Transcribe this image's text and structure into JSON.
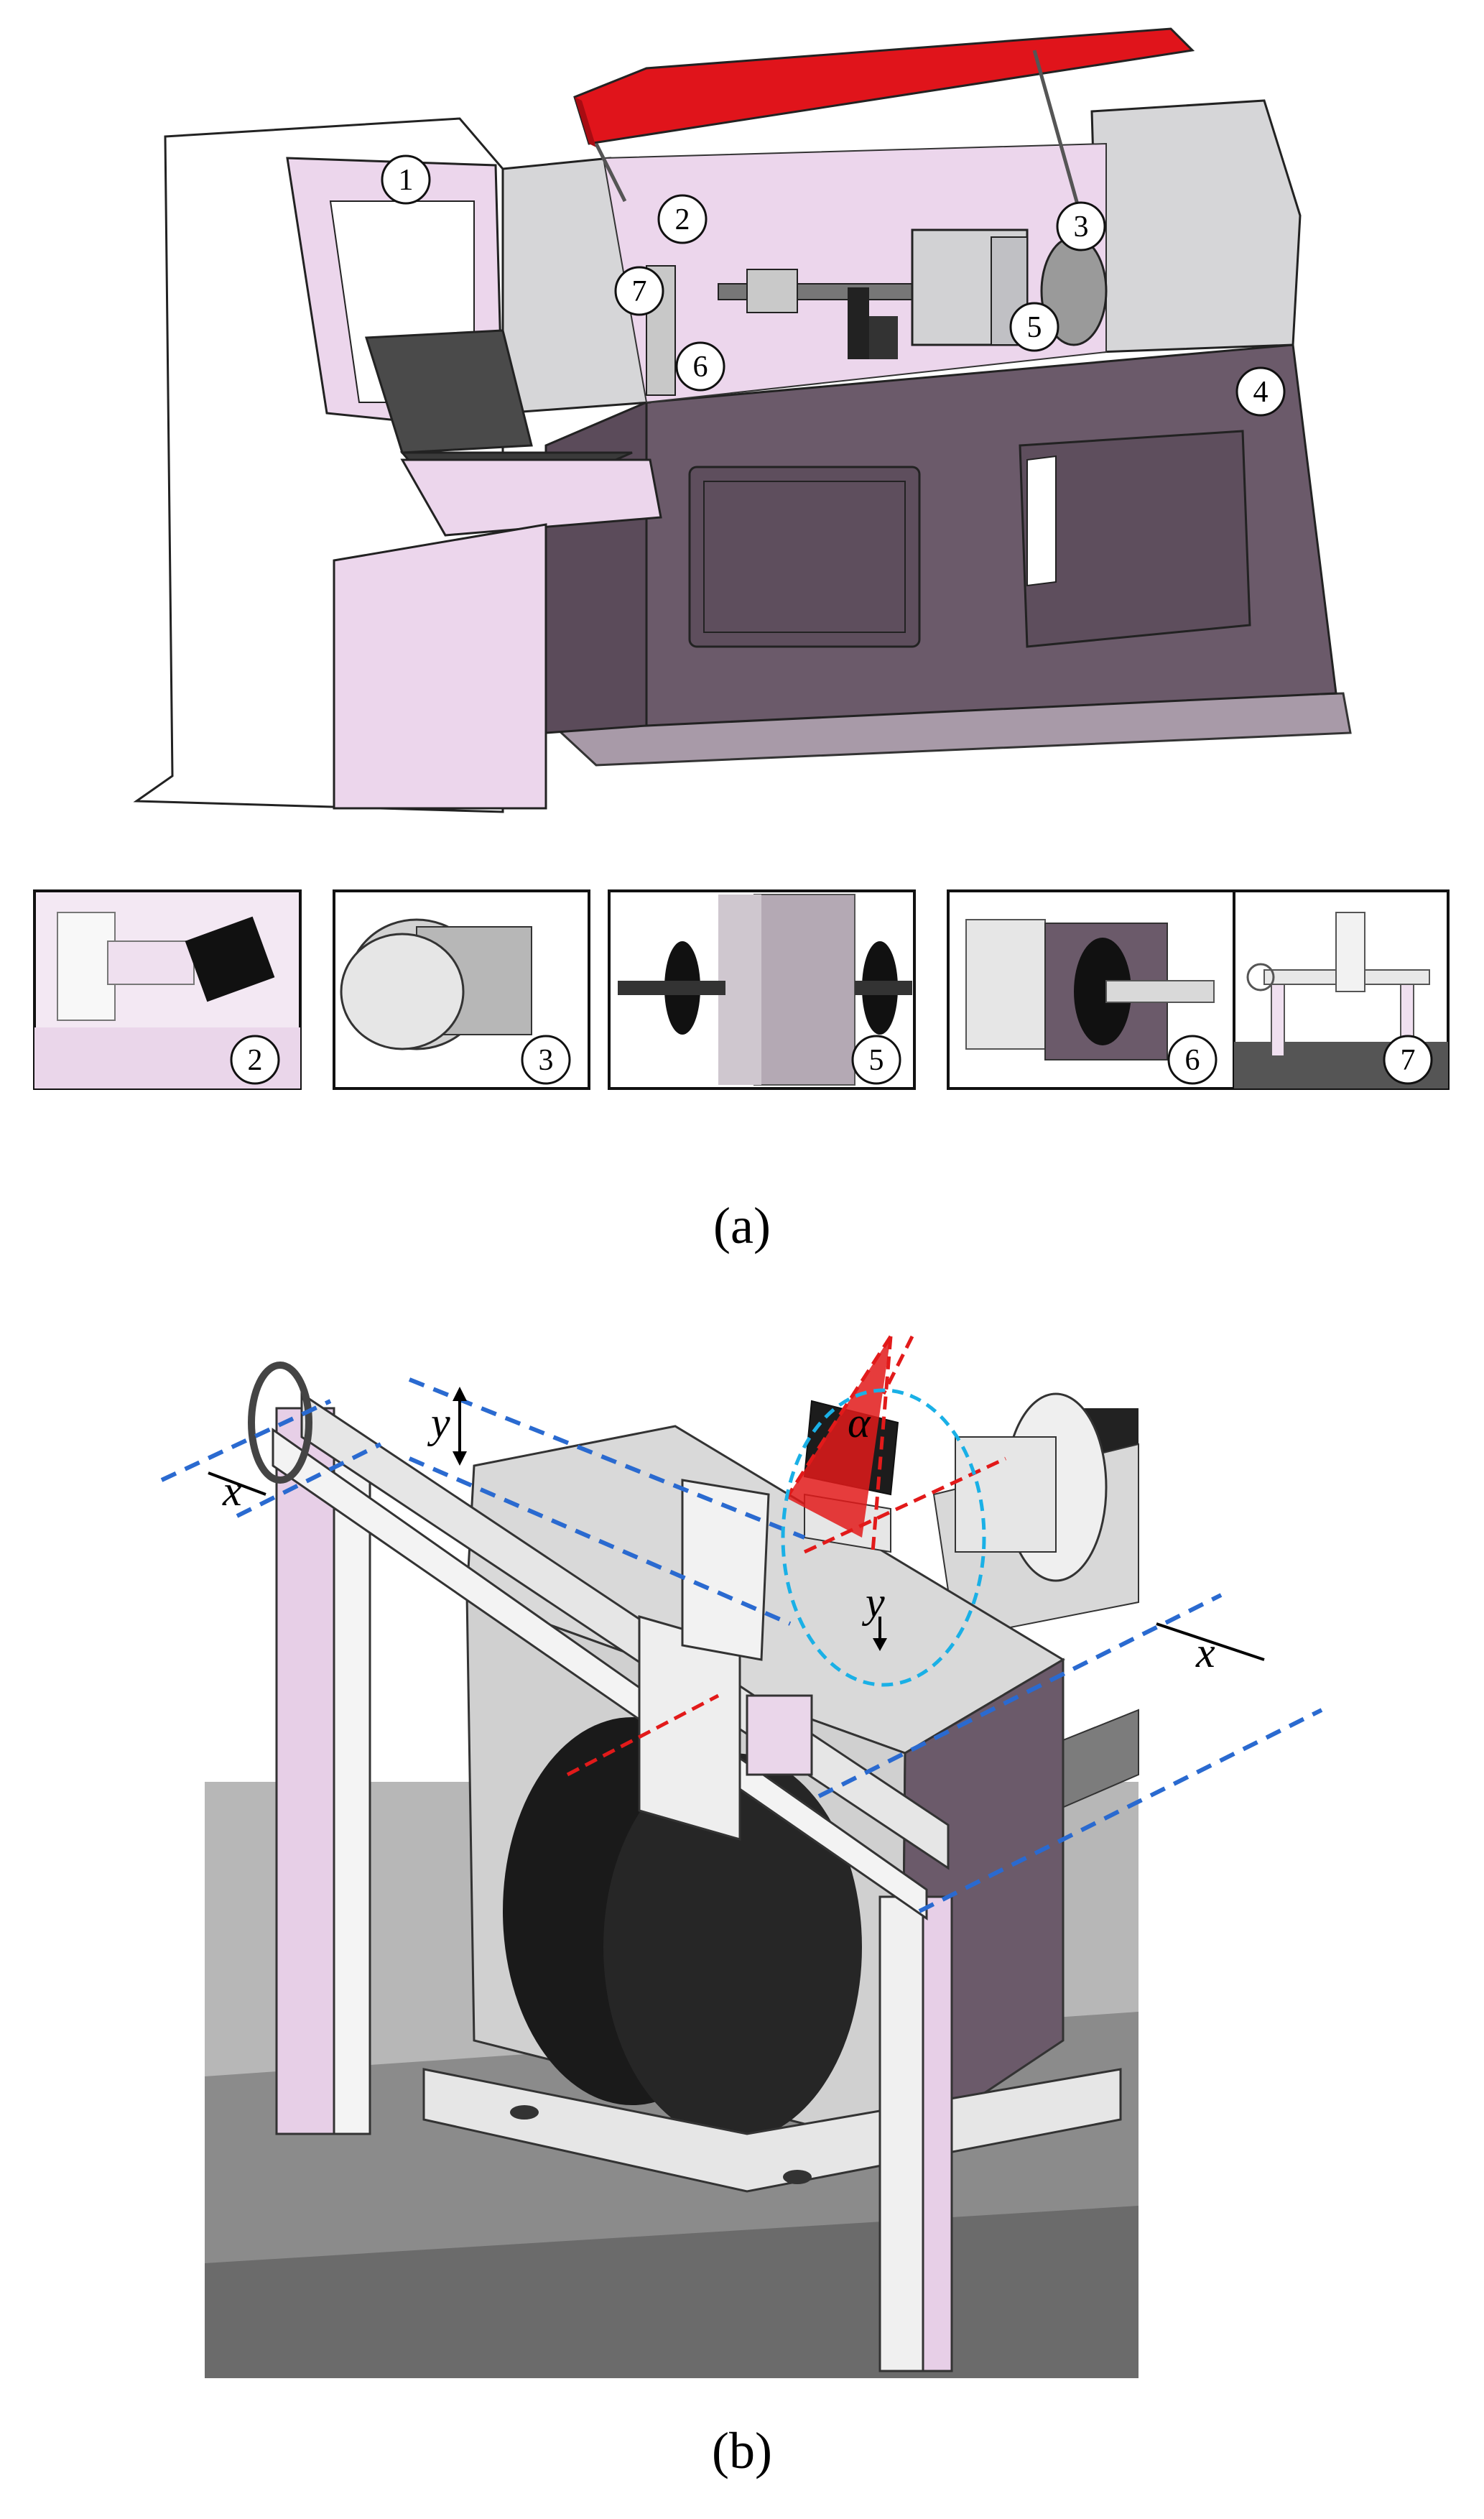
{
  "figure": {
    "panel_a": {
      "caption": "(a)",
      "callouts": [
        "1",
        "2",
        "3",
        "4",
        "5",
        "6",
        "7"
      ],
      "detail_views": [
        {
          "label": "2"
        },
        {
          "label": "3"
        },
        {
          "label": "5"
        },
        {
          "label": "6"
        },
        {
          "label": "7"
        }
      ]
    },
    "panel_b": {
      "caption": "(b)",
      "labels": {
        "y_top": "y",
        "x_left": "x",
        "alpha": "α",
        "y_center": "y",
        "x_right": "x"
      }
    }
  },
  "colors": {
    "cover_red": "#e0141b",
    "pink": "#ecd6ec",
    "dark_base": "#6b5a6a",
    "grey": "#d6d6d8",
    "dash_blue": "#2a6ad0",
    "dash_red": "#e21a1a",
    "ellipse_cyan": "#1ab0e6"
  }
}
